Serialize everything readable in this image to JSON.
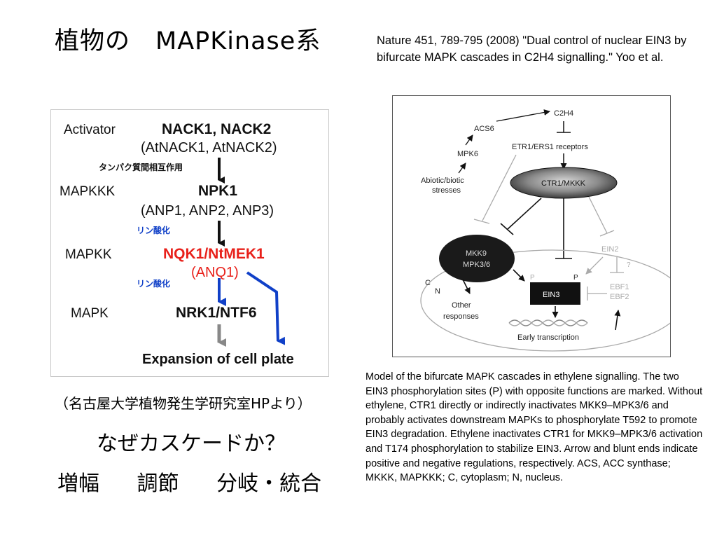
{
  "slide": {
    "title": "植物の　MAPKinase系",
    "citation": "Nature 451, 789-795 (2008) \"Dual control of nuclear EIN3 by bifurcate MAPK cascades in C2H4 signalling.\" Yoo et al.",
    "caption": "Model of the bifurcate MAPK cascades in ethylene signalling. The two EIN3 phosphorylation sites (P) with opposite functions are marked. Without ethylene, CTR1 directly or indirectly inactivates MKK9–MPK3/6 and probably activates downstream MAPKs to phosphorylate T592 to promote EIN3 degradation. Ethylene inactivates CTR1 for MKK9–MPK3/6 activation and T174 phosphorylation to stabilize EIN3. Arrow and blunt ends indicate positive and negative regulations, respectively. ACS, ACC synthase; MKKK, MAPKKK; C, cytoplasm; N, nucleus.",
    "source": "（名古屋大学植物発生学研究室HPより）",
    "question": "なぜカスケードか？",
    "keywords": [
      "増幅",
      "調節",
      "分岐・統合"
    ]
  },
  "left_figure": {
    "rows": [
      {
        "level": "Activator",
        "name": "NACK1, NACK2",
        "alias": "(AtNACK1, AtNACK2)"
      },
      {
        "level": "MAPKKK",
        "name": "NPK1",
        "alias": "(ANP1, ANP2, ANP3)"
      },
      {
        "level": "MAPKK",
        "name": "NQK1/NtMEK1",
        "alias": "(ANQ1)"
      },
      {
        "level": "MAPK",
        "name": "NRK1/NTF6",
        "alias": ""
      }
    ],
    "step_labels": [
      "タンパク質間相互作用",
      "リン酸化",
      "リン酸化"
    ],
    "output": "Expansion of cell plate",
    "colors": {
      "highlight": "#e8201a",
      "blue": "#1040c8",
      "gray": "#888888"
    }
  },
  "right_figure": {
    "c2h4": "C2H4",
    "acs6": "ACS6",
    "mpk6": "MPK6",
    "stresses_line1": "Abiotic/biotic",
    "stresses_line2": "stresses",
    "receptors": "ETR1/ERS1 receptors",
    "ctr1": "CTR1/MKKK",
    "mkk9_line1": "MKK9",
    "mkk9_line2": "MPK3/6",
    "ein2": "EIN2",
    "question_mark": "?",
    "c_label": "C",
    "n_label": "N",
    "p_label": "P",
    "ein3": "EIN3",
    "ebf1": "EBF1",
    "ebf2": "EBF2",
    "other_line1": "Other",
    "other_line2": "responses",
    "early": "Early transcription"
  }
}
